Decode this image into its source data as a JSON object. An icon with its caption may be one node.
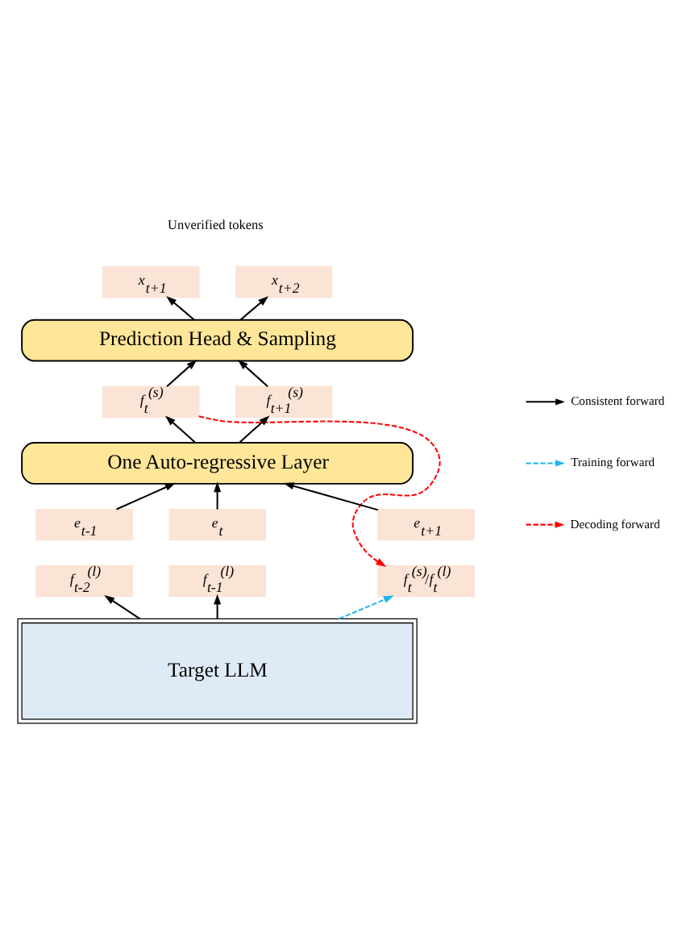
{
  "diagram": {
    "nodes": [
      {
        "text": [
          "*x*$_{t+1}$"
        ]
      },
      {
        "text": [
          "*x*$_{t+2}$"
        ]
      },
      {
        "text": [
          "Prediction Head & Sampling"
        ]
      },
      {
        "text": [
          "*f*$_{t}$$^{(s)}$"
        ]
      },
      {
        "text": [
          "*f*$_{t+1}$$^{(s)}$"
        ]
      },
      {
        "text": [
          "One Auto-regressive Layer"
        ]
      },
      {
        "text": [
          "*e*$_{t-1}$"
        ]
      },
      {
        "text": [
          "*e*$_{t}$"
        ]
      },
      {
        "text": [
          "*e*$_{t+1}$"
        ]
      },
      {
        "text": [
          "*f*$_{t-2}$$^{(l)}$"
        ]
      },
      {
        "text": [
          "*f*$_{t-1}$$^{(l)}$"
        ]
      },
      {
        "text": [
          "*f*$_{t}$$^{(s)}$/*f*$_{t}$$^{(l)}$"
        ]
      },
      {
        "text": [
          "Target LLM"
        ]
      }
    ],
    "edges": [
      {
        "from": 2,
        "to": 0,
        "arrow": "to"
      },
      {
        "from": 2,
        "to": 1,
        "arrow": "to"
      },
      {
        "from": 3,
        "to": 2,
        "arrow": "to"
      },
      {
        "from": 4,
        "to": 2,
        "arrow": "to"
      },
      {
        "from": 5,
        "to": 3,
        "arrow": "to"
      },
      {
        "from": 5,
        "to": 4,
        "arrow": "to"
      },
      {
        "from": 6,
        "to": 5,
        "arrow": "to"
      },
      {
        "from": 7,
        "to": 5,
        "arrow": "to"
      },
      {
        "from": 8,
        "to": 5,
        "arrow": "to"
      },
      {
        "from": 12,
        "to": 9,
        "arrow": "to"
      },
      {
        "from": 12,
        "to": 10,
        "arrow": "to"
      },
      {
        "from": 3,
        "to": 11,
        "arrow": "to",
        "style": "dashed",
        "color": "#ff0000"
      },
      {
        "from": 12,
        "to": 11,
        "arrow": "to",
        "style": "dashed",
        "color": "#1fb4f0"
      }
    ],
    "labels": [
      "Unverified tokens"
    ],
    "legend": [
      {
        "text": "Consistent forward"
      },
      {
        "text": "Training forward"
      },
      {
        "text": "Decoding forward"
      }
    ]
  }
}
